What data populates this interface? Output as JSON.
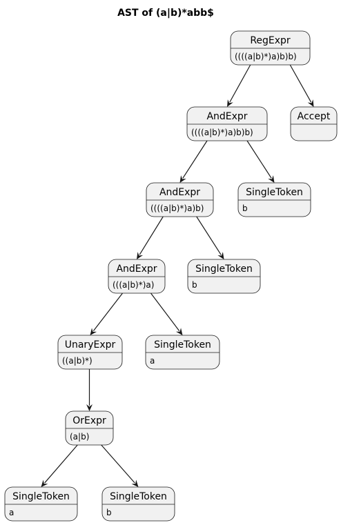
{
  "title": "AST of (a|b)*abb$",
  "nodes": [
    {
      "id": "n1",
      "name": "RegExpr",
      "desc": "((((a|b)*)a)b)b)"
    },
    {
      "id": "n2",
      "name": "AndExpr",
      "desc": "((((a|b)*)a)b)b)"
    },
    {
      "id": "n3",
      "name": "Accept",
      "desc": ""
    },
    {
      "id": "n4",
      "name": "AndExpr",
      "desc": "((((a|b)*)a)b)"
    },
    {
      "id": "n5",
      "name": "SingleToken",
      "desc": "b"
    },
    {
      "id": "n6",
      "name": "AndExpr",
      "desc": "(((a|b)*)a)"
    },
    {
      "id": "n7",
      "name": "SingleToken",
      "desc": "b"
    },
    {
      "id": "n8",
      "name": "UnaryExpr",
      "desc": "((a|b)*)"
    },
    {
      "id": "n9",
      "name": "SingleToken",
      "desc": "a"
    },
    {
      "id": "n10",
      "name": "OrExpr",
      "desc": "(a|b)"
    },
    {
      "id": "n11",
      "name": "SingleToken",
      "desc": "a"
    },
    {
      "id": "n12",
      "name": "SingleToken",
      "desc": "b"
    }
  ],
  "edges": [
    {
      "from": "n1",
      "to": "n2"
    },
    {
      "from": "n1",
      "to": "n3"
    },
    {
      "from": "n2",
      "to": "n4"
    },
    {
      "from": "n2",
      "to": "n5"
    },
    {
      "from": "n4",
      "to": "n6"
    },
    {
      "from": "n4",
      "to": "n7"
    },
    {
      "from": "n6",
      "to": "n8"
    },
    {
      "from": "n6",
      "to": "n9"
    },
    {
      "from": "n8",
      "to": "n10"
    },
    {
      "from": "n10",
      "to": "n11"
    },
    {
      "from": "n10",
      "to": "n12"
    }
  ]
}
